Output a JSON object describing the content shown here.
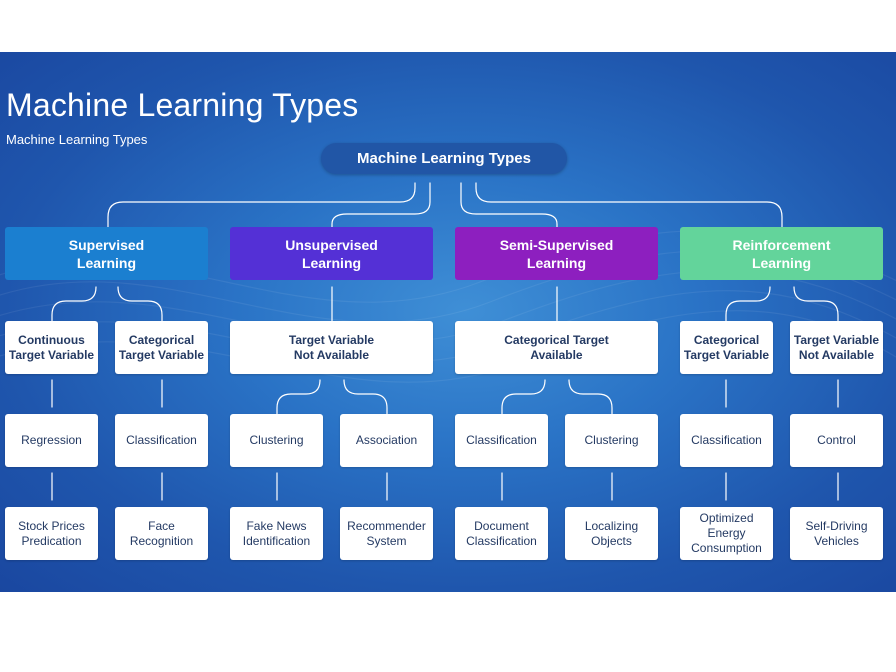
{
  "title": "Machine Learning Types",
  "subtitle": "Machine Learning Types",
  "root": "Machine Learning Types",
  "colors": {
    "background": "#2a73c6",
    "root": "#2156a6",
    "supervised": "#1b7fd0",
    "unsupervised": "#5430d6",
    "semi_supervised": "#8d1fbf",
    "reinforcement": "#63d49b",
    "connector": "#ffffff"
  },
  "categories": {
    "supervised": "Supervised\nLearning",
    "unsupervised": "Unsupervised\nLearning",
    "semi_supervised": "Semi-Supervised\nLearning",
    "reinforcement": "Reinforcement\nLearning"
  },
  "targets": {
    "continuous": "Continuous\nTarget Variable",
    "categorical_sup": "Categorical\nTarget Variable",
    "not_available_unsup": "Target Variable\nNot Available",
    "categorical_semi": "Categorical Target\nAvailable",
    "categorical_rl": "Categorical\nTarget Variable",
    "not_available_rl": "Target Variable\nNot Available"
  },
  "tasks": {
    "regression": "Regression",
    "classification_sup": "Classification",
    "clustering_unsup": "Clustering",
    "association": "Association",
    "classification_semi": "Classification",
    "clustering_semi": "Clustering",
    "classification_rl": "Classification",
    "control": "Control"
  },
  "examples": {
    "stock": "Stock Prices\nPredication",
    "face": "Face\nRecognition",
    "fake_news": "Fake News\nIdentification",
    "recommender": "Recommender\nSystem",
    "document": "Document\nClassification",
    "localizing": "Localizing\nObjects",
    "energy": "Optimized\nEnergy\nConsumption",
    "self_driving": "Self-Driving\nVehicles"
  }
}
